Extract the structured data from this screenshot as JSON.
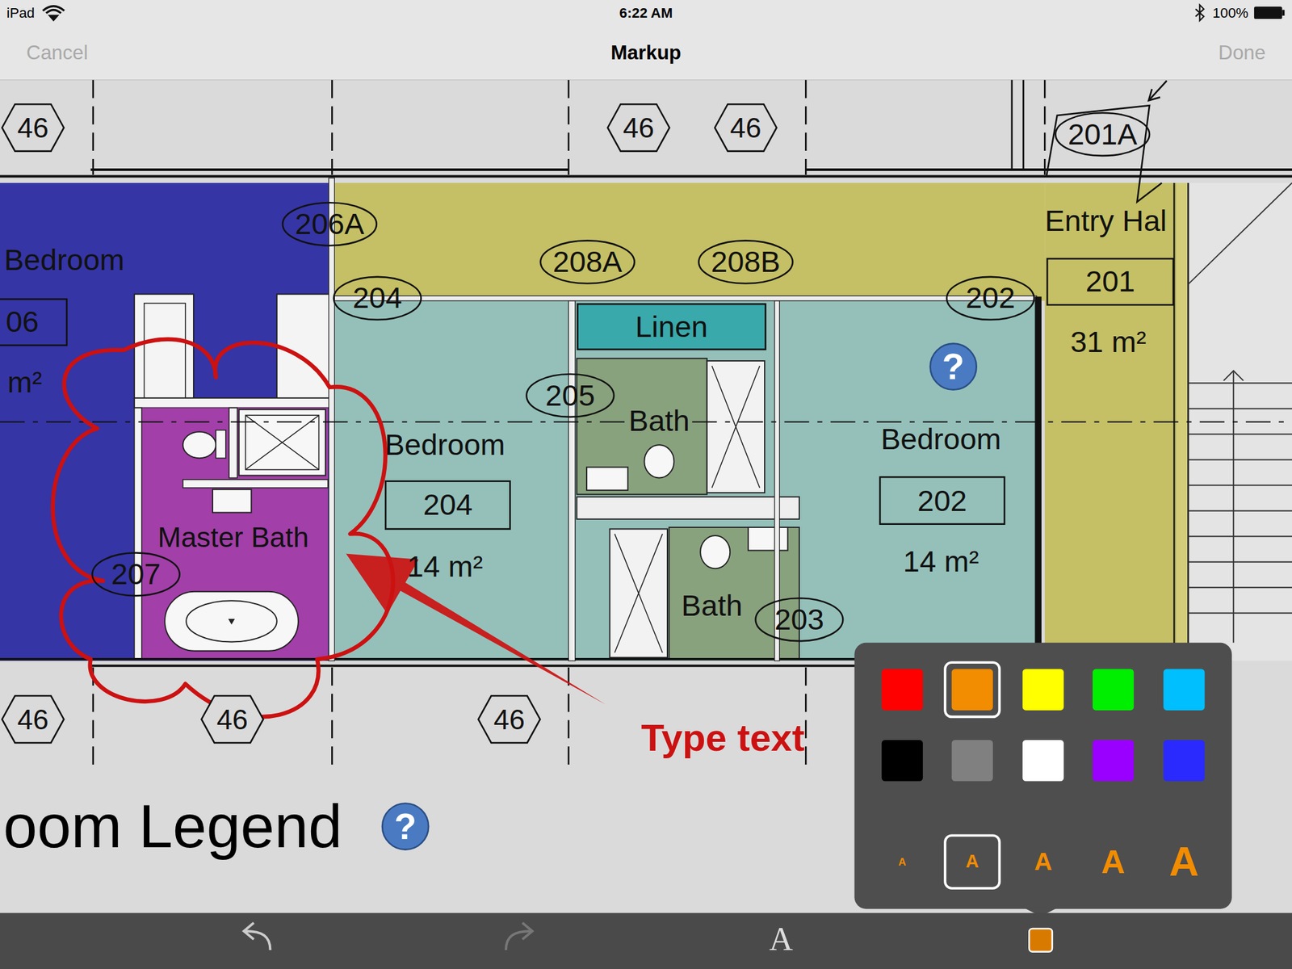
{
  "diagram": {
    "nodes": [
      {
        "text": [
          "46"
        ]
      },
      {
        "text": [
          "46"
        ]
      },
      {
        "text": [
          "46"
        ]
      },
      {
        "text": [
          "201A"
        ]
      },
      {
        "text": [
          "Bedroom",
          "m²"
        ]
      },
      {
        "text": [
          "06"
        ],
        "in": 4
      },
      {
        "text": [
          "206A"
        ]
      },
      {
        "text": [
          "208A"
        ]
      },
      {
        "text": [
          "208B"
        ]
      },
      {
        "text": [
          "Entry Hal",
          "31 m²"
        ]
      },
      {
        "text": [
          "201"
        ],
        "in": 9
      },
      {
        "text": [
          "204"
        ]
      },
      {
        "text": [
          "Linen"
        ]
      },
      {
        "text": [
          "202"
        ]
      },
      {
        "text": [
          "Bedroom",
          "14 m²"
        ]
      },
      {
        "text": [
          "204"
        ],
        "in": 14
      },
      {
        "text": [
          "205"
        ]
      },
      {
        "text": [
          "Bath"
        ]
      },
      {
        "text": [
          "Bedroom",
          "14 m²"
        ]
      },
      {
        "text": [
          "202"
        ],
        "in": 18
      },
      {
        "text": [
          "Master Bath"
        ]
      },
      {
        "text": [
          "207"
        ]
      },
      {
        "text": [
          "Bath"
        ]
      },
      {
        "text": [
          "203"
        ]
      },
      {
        "text": [
          "46"
        ]
      },
      {
        "text": [
          "46"
        ]
      },
      {
        "text": [
          "46"
        ]
      }
    ],
    "labels": [
      "iPad",
      "6:22 AM",
      "100%",
      "Cancel",
      "Markup",
      "Done",
      "?",
      "Type text",
      "oom Legend",
      "?",
      "A",
      "A",
      "A",
      "A",
      "A",
      "A"
    ]
  }
}
